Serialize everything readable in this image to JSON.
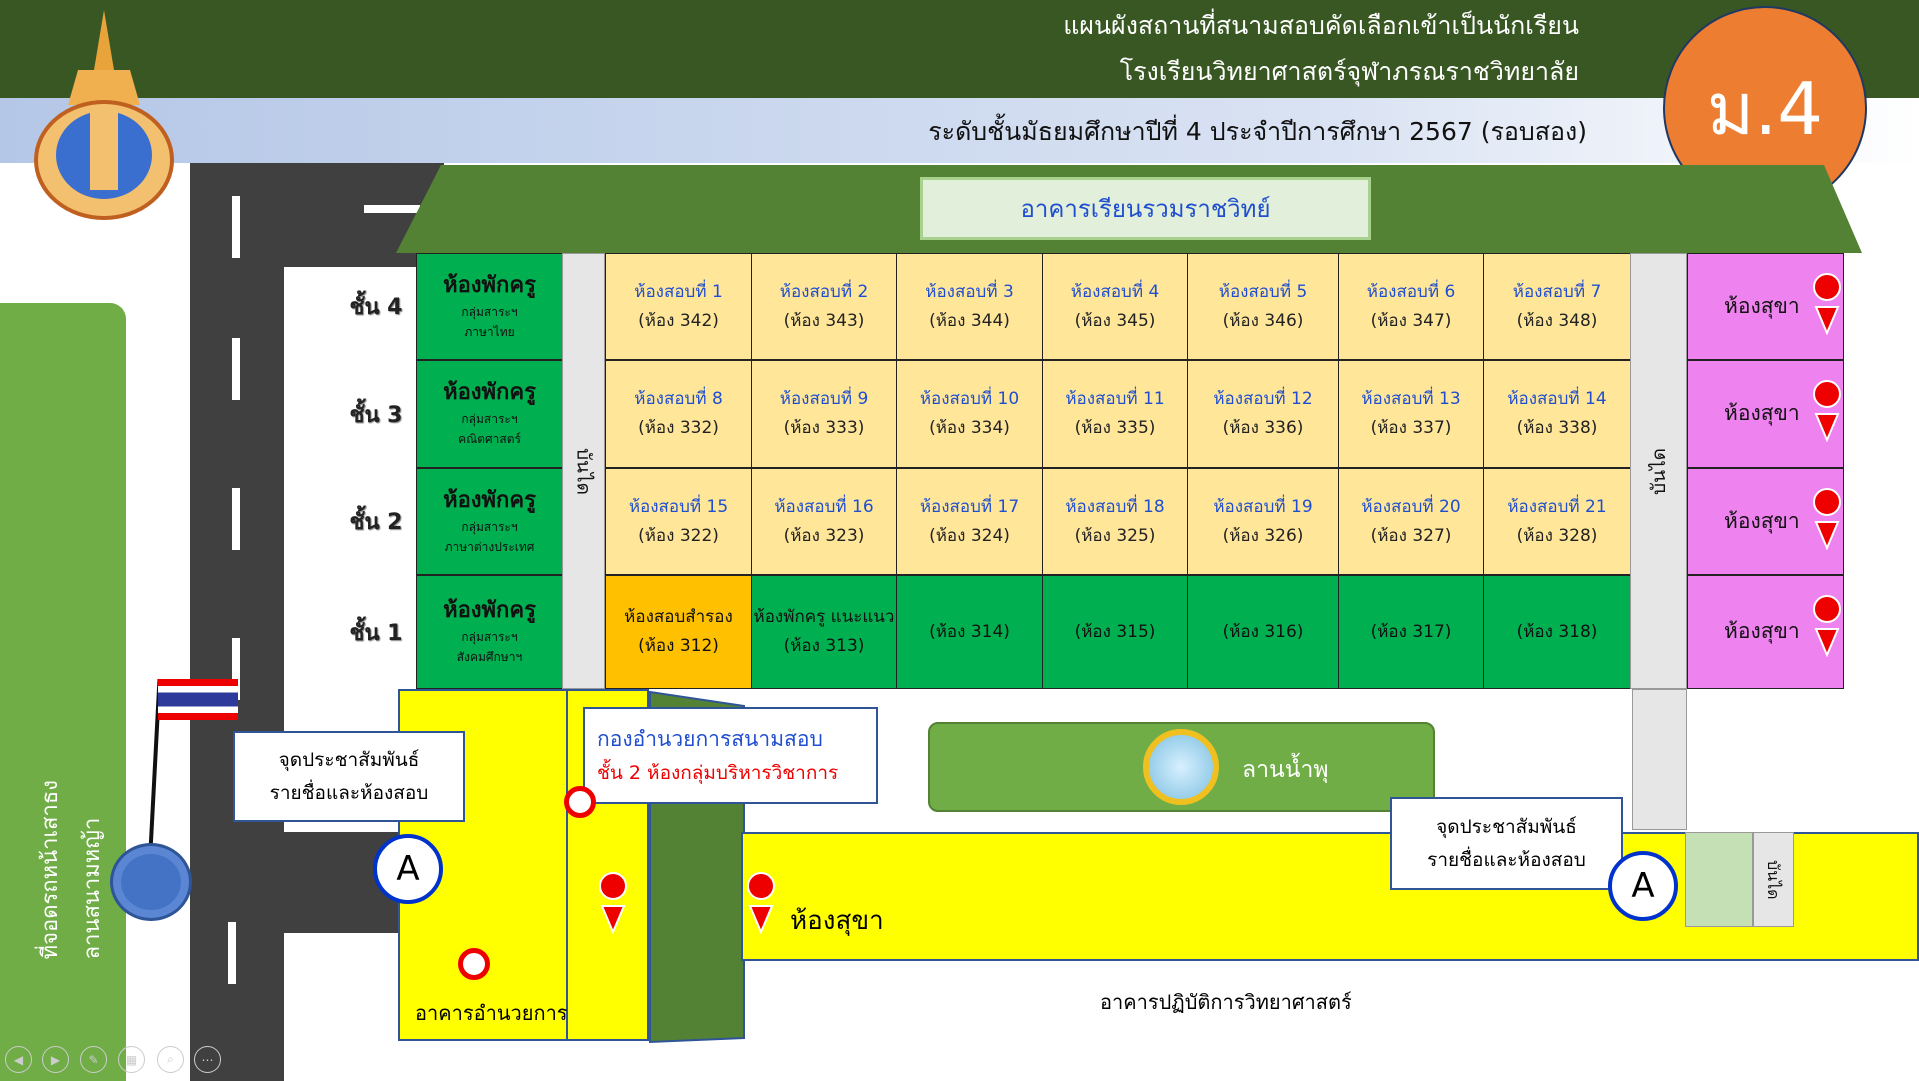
{
  "header": {
    "title_line1": "แผนผังสถานที่สนามสอบคัดเลือกเข้าเป็นนักเรียน",
    "title_line2": "โรงเรียนวิทยาศาสตร์จุฬาภรณราชวิทยาลัย",
    "subtitle": "ระดับชั้นมัธยมศึกษาปีที่ 4 ประจำปีการศึกษา 2567 (รอบสอง)",
    "grade_badge": "ม.4"
  },
  "building": {
    "name": "อาคารเรียนรวมราชวิทย์",
    "stairs_label": "บันได",
    "restroom_label": "ห้องสุขา",
    "floors": [
      {
        "label": "ชั้น 4",
        "teacher": {
          "title": "ห้องพักครู",
          "group": "กลุ่มสาระฯ",
          "subject": "ภาษาไทย"
        },
        "rooms": [
          {
            "name": "ห้องสอบที่ 1",
            "room": "(ห้อง 342)"
          },
          {
            "name": "ห้องสอบที่ 2",
            "room": "(ห้อง 343)"
          },
          {
            "name": "ห้องสอบที่ 3",
            "room": "(ห้อง 344)"
          },
          {
            "name": "ห้องสอบที่ 4",
            "room": "(ห้อง 345)"
          },
          {
            "name": "ห้องสอบที่ 5",
            "room": "(ห้อง 346)"
          },
          {
            "name": "ห้องสอบที่ 6",
            "room": "(ห้อง 347)"
          },
          {
            "name": "ห้องสอบที่ 7",
            "room": "(ห้อง 348)"
          }
        ]
      },
      {
        "label": "ชั้น 3",
        "teacher": {
          "title": "ห้องพักครู",
          "group": "กลุ่มสาระฯ",
          "subject": "คณิตศาสตร์"
        },
        "rooms": [
          {
            "name": "ห้องสอบที่ 8",
            "room": "(ห้อง 332)"
          },
          {
            "name": "ห้องสอบที่ 9",
            "room": "(ห้อง 333)"
          },
          {
            "name": "ห้องสอบที่ 10",
            "room": "(ห้อง 334)"
          },
          {
            "name": "ห้องสอบที่ 11",
            "room": "(ห้อง 335)"
          },
          {
            "name": "ห้องสอบที่ 12",
            "room": "(ห้อง 336)"
          },
          {
            "name": "ห้องสอบที่ 13",
            "room": "(ห้อง 337)"
          },
          {
            "name": "ห้องสอบที่ 14",
            "room": "(ห้อง 338)"
          }
        ]
      },
      {
        "label": "ชั้น 2",
        "teacher": {
          "title": "ห้องพักครู",
          "group": "กลุ่มสาระฯ",
          "subject": "ภาษาต่างประเทศ"
        },
        "rooms": [
          {
            "name": "ห้องสอบที่ 15",
            "room": "(ห้อง 322)"
          },
          {
            "name": "ห้องสอบที่ 16",
            "room": "(ห้อง 323)"
          },
          {
            "name": "ห้องสอบที่ 17",
            "room": "(ห้อง 324)"
          },
          {
            "name": "ห้องสอบที่ 18",
            "room": "(ห้อง 325)"
          },
          {
            "name": "ห้องสอบที่ 19",
            "room": "(ห้อง 326)"
          },
          {
            "name": "ห้องสอบที่ 20",
            "room": "(ห้อง 327)"
          },
          {
            "name": "ห้องสอบที่ 21",
            "room": "(ห้อง 328)"
          }
        ]
      },
      {
        "label": "ชั้น 1",
        "teacher": {
          "title": "ห้องพักครู",
          "group": "กลุ่มสาระฯ",
          "subject": "สังคมศึกษาฯ"
        },
        "rooms": [
          {
            "name": "ห้องสอบสำรอง",
            "room": "(ห้อง 312)",
            "type": "reserve"
          },
          {
            "name": "ห้องพักครู แนะแนว",
            "room": "(ห้อง 313)",
            "type": "green"
          },
          {
            "name": "",
            "room": "(ห้อง 314)",
            "type": "green"
          },
          {
            "name": "",
            "room": "(ห้อง 315)",
            "type": "green"
          },
          {
            "name": "",
            "room": "(ห้อง 316)",
            "type": "green"
          },
          {
            "name": "",
            "room": "(ห้อง 317)",
            "type": "green"
          },
          {
            "name": "",
            "room": "(ห้อง 318)",
            "type": "green"
          }
        ]
      }
    ]
  },
  "grounds": {
    "hq_line1": "กองอำนวยการสนามสอบ",
    "hq_line2": "ชั้น 2 ห้องกลุ่มบริหารวิชาการ",
    "pr_line1": "จุดประชาสัมพันธ์",
    "pr_line2": "รายชื่อและห้องสอบ",
    "pr_marker": "A",
    "fountain": "ลานน้ำพุ",
    "restroom": "ห้องสุขา",
    "admin_building": "อาคารอำนวยการ",
    "science_building": "อาคารปฏิบัติการวิทยาศาสตร์",
    "stairs": "บันได",
    "parking": "ที่จอดรถหน้าเสาธง",
    "lawn": "ลานสนามหญ้า"
  },
  "colors": {
    "header": "#385723",
    "badge": "#ed7d31",
    "exam_room": "#ffe699",
    "teacher_room": "#00b050",
    "restroom": "#ee82ee",
    "yellow": "#ffff00",
    "marker": "#e00000"
  }
}
